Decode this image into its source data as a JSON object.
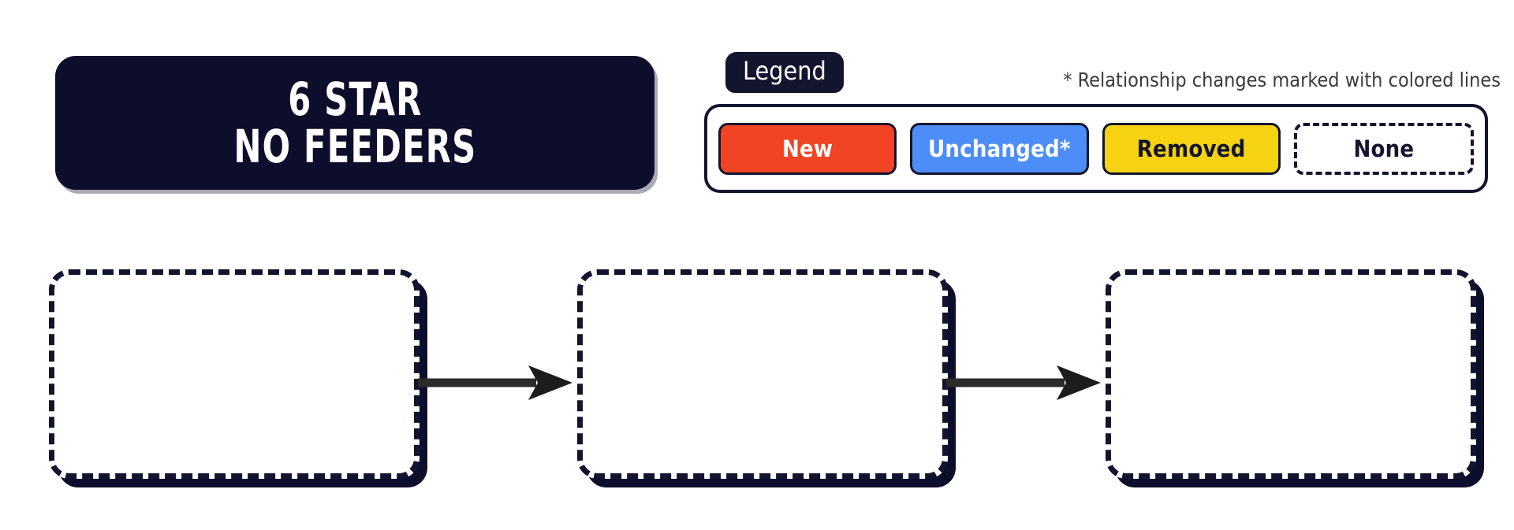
{
  "title": {
    "line1": "6 STAR",
    "line2": "NO FEEDERS"
  },
  "legend": {
    "tab_label": "Legend",
    "note": "* Relationship changes marked with colored lines",
    "chips": [
      {
        "label": "New",
        "fill": "#f04424",
        "text_color": "#ffffff",
        "style": "solid"
      },
      {
        "label": "Unchanged*",
        "fill": "#4d8df8",
        "text_color": "#ffffff",
        "style": "solid"
      },
      {
        "label": "Removed",
        "fill": "#f5d312",
        "text_color": "#13142e",
        "style": "solid"
      },
      {
        "label": "None",
        "fill": "#ffffff",
        "text_color": "#13142e",
        "style": "dashed"
      }
    ]
  },
  "flow": {
    "nodes": [
      {
        "label": "",
        "style": "dashed"
      },
      {
        "label": "",
        "style": "dashed"
      },
      {
        "label": "",
        "style": "dashed"
      }
    ],
    "connectors": [
      {
        "from": 0,
        "to": 1,
        "style": "solid-arrow",
        "color": "#2b2b2b"
      },
      {
        "from": 1,
        "to": 2,
        "style": "solid-arrow",
        "color": "#2b2b2b"
      }
    ]
  },
  "colors": {
    "background": "#ffffff",
    "navy": "#13142e",
    "navy_dark": "#0d0e2b",
    "arrow": "#2b2b2b",
    "note_text": "#3a3a3a"
  }
}
